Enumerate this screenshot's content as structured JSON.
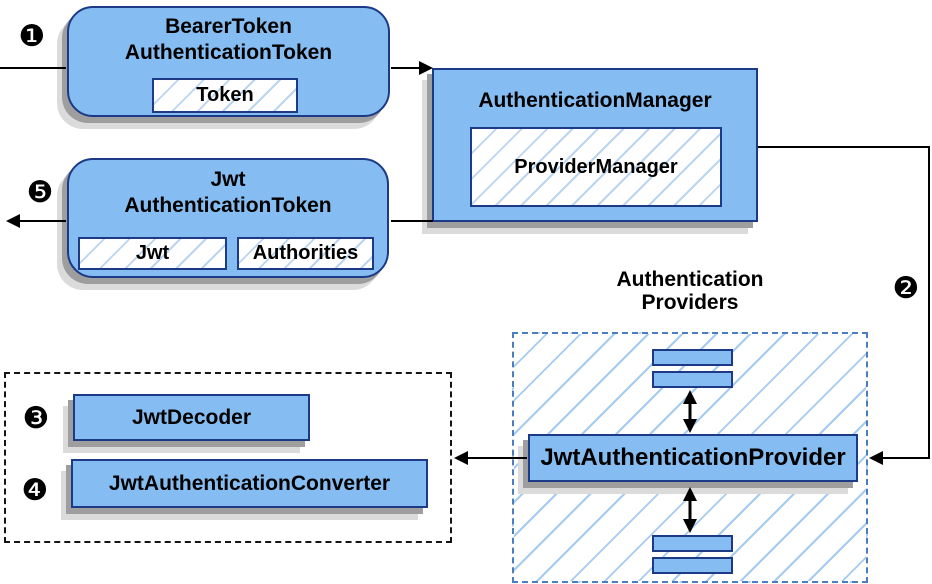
{
  "diagram": {
    "badges": {
      "step1": "❶",
      "step2": "❷",
      "step3": "❸",
      "step4": "❹",
      "step5": "❺"
    },
    "bearer_token_node": {
      "title_line1": "BearerToken",
      "title_line2": "AuthenticationToken",
      "field": "Token"
    },
    "authentication_manager_node": {
      "title": "AuthenticationManager",
      "implementation": "ProviderManager"
    },
    "jwt_token_node": {
      "title_line1": "Jwt",
      "title_line2": "AuthenticationToken",
      "field1": "Jwt",
      "field2": "Authorities"
    },
    "converter_group": {
      "decoder": "JwtDecoder",
      "converter": "JwtAuthenticationConverter"
    },
    "providers_group": {
      "label_line1": "Authentication",
      "label_line2": "Providers",
      "provider": "JwtAuthenticationProvider"
    },
    "colors": {
      "node_fill": "#85BDF2",
      "node_border": "#1c3a85",
      "hatch_line_small": "#bbd4f0",
      "hatch_line_large": "#a5cbf0",
      "dashed_blue_border": "#4a7ebf",
      "dashed_black_border": "#141414",
      "shadow_dark": "#9e9e9e",
      "shadow_light": "#dbdbdb",
      "connector": "#000000"
    }
  }
}
